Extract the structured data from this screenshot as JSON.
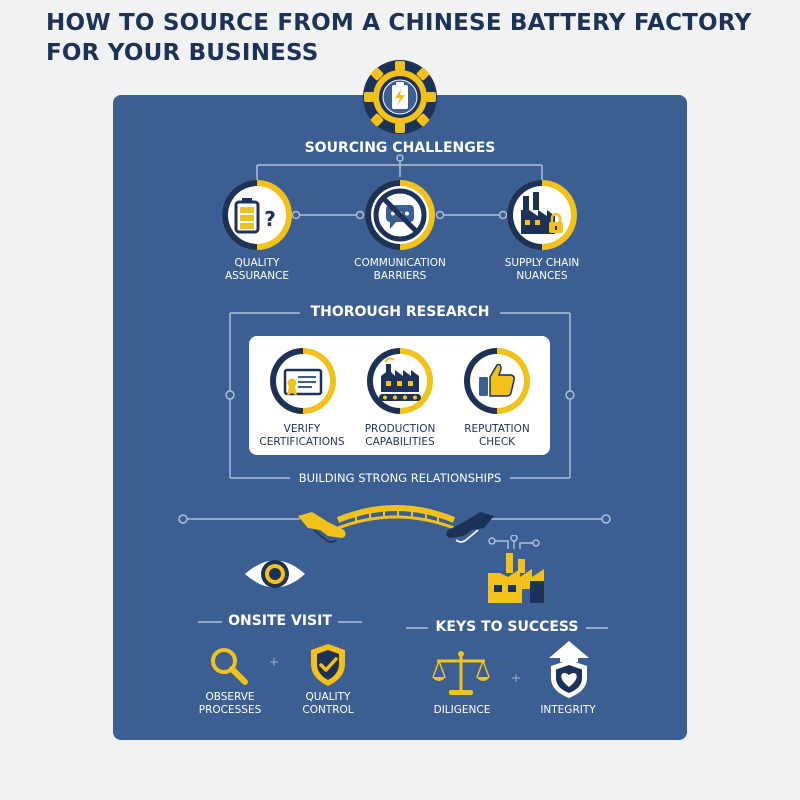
{
  "title": "HOW TO SOURCE FROM A CHINESE BATTERY FACTORY FOR YOUR BUSINESS",
  "colors": {
    "navy": "#1c3258",
    "panel": "#3c5f93",
    "accent": "#f2c21b",
    "white": "#ffffff"
  },
  "challenges": {
    "heading": "SOURCING CHALLENGES",
    "items": [
      {
        "icon": "battery-question-icon",
        "label": "QUALITY\nASSURANCE"
      },
      {
        "icon": "no-chat-icon",
        "label": "COMMUNICATION\nBARRIERS"
      },
      {
        "icon": "factory-lock-icon",
        "label": "SUPPLY CHAIN\nNUANCES"
      }
    ]
  },
  "research": {
    "heading": "THOROUGH RESEARCH",
    "items": [
      {
        "icon": "certificate-icon",
        "label": "VERIFY\nCERTIFICATIONS"
      },
      {
        "icon": "factory-conveyor-icon",
        "label": "PRODUCTION\nCAPABILITIES"
      },
      {
        "icon": "thumbs-up-icon",
        "label": "REPUTATION\nCHECK"
      }
    ]
  },
  "relationships": {
    "heading": "BUILDING STRONG RELATIONSHIPS",
    "icon": "handshake-bridge-icon"
  },
  "onsite": {
    "heading": "ONSITE VISIT",
    "items": [
      {
        "icon": "magnifier-icon",
        "label": "OBSERVE\nPROCESSES"
      },
      {
        "icon": "shield-check-icon",
        "label": "QUALITY\nCONTROL"
      }
    ]
  },
  "keys": {
    "heading": "KEYS TO SUCCESS",
    "items": [
      {
        "icon": "scales-icon",
        "label": "DILIGENCE"
      },
      {
        "icon": "heart-shield-icon",
        "label": "INTEGRITY"
      }
    ]
  }
}
